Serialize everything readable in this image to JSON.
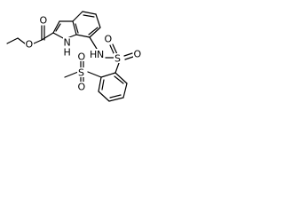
{
  "molecule": {
    "atoms": {
      "ester_o1": "O",
      "ester_o2": "O",
      "indole_n": "N",
      "indole_h": "H",
      "amide_n": "N",
      "amide_h": "H",
      "s1": "S",
      "s1_o_left": "O",
      "s1_o_right": "O",
      "s2": "S",
      "s2_o_top": "O",
      "s2_o_bottom": "O"
    }
  }
}
